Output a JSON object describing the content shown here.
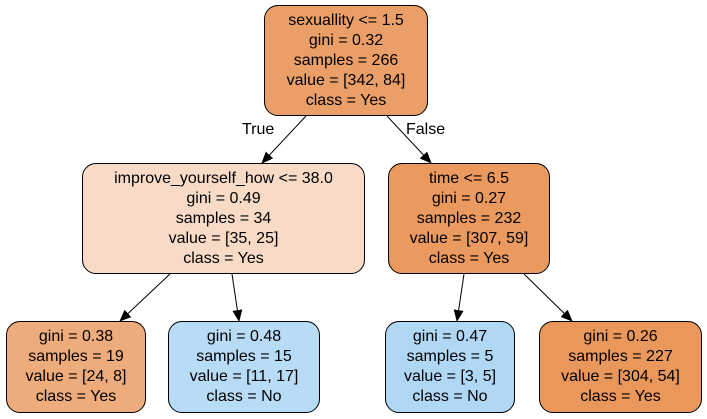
{
  "tree": {
    "nodes": [
      {
        "id": "root",
        "lines": [
          "sexuallity <= 1.5",
          "gini = 0.32",
          "samples = 266",
          "value = [342, 84]",
          "class = Yes"
        ],
        "fill": "#eb9f68"
      },
      {
        "id": "left",
        "lines": [
          "improve_yourself_how <= 38.0",
          "gini = 0.49",
          "samples = 34",
          "value = [35, 25]",
          "class = Yes"
        ],
        "fill": "#f8dbc6"
      },
      {
        "id": "right",
        "lines": [
          "time <= 6.5",
          "gini = 0.27",
          "samples = 232",
          "value = [307, 59]",
          "class = Yes"
        ],
        "fill": "#ea995f"
      },
      {
        "id": "left-left",
        "lines": [
          "gini = 0.38",
          "samples = 19",
          "value = [24, 8]",
          "class = Yes"
        ],
        "fill": "#eeab7b"
      },
      {
        "id": "left-right",
        "lines": [
          "gini = 0.48",
          "samples = 15",
          "value = [11, 17]",
          "class = No"
        ],
        "fill": "#b9dcf6"
      },
      {
        "id": "right-left",
        "lines": [
          "gini = 0.47",
          "samples = 5",
          "value = [3, 5]",
          "class = No"
        ],
        "fill": "#b0d8f5"
      },
      {
        "id": "right-right",
        "lines": [
          "gini = 0.26",
          "samples = 227",
          "value = [304, 54]",
          "class = Yes"
        ],
        "fill": "#ea975c"
      }
    ],
    "edges": [
      {
        "from": "root",
        "to": "left",
        "label": "True"
      },
      {
        "from": "root",
        "to": "right",
        "label": "False"
      },
      {
        "from": "left",
        "to": "left-left",
        "label": ""
      },
      {
        "from": "left",
        "to": "left-right",
        "label": ""
      },
      {
        "from": "right",
        "to": "right-left",
        "label": ""
      },
      {
        "from": "right",
        "to": "right-right",
        "label": ""
      }
    ]
  }
}
